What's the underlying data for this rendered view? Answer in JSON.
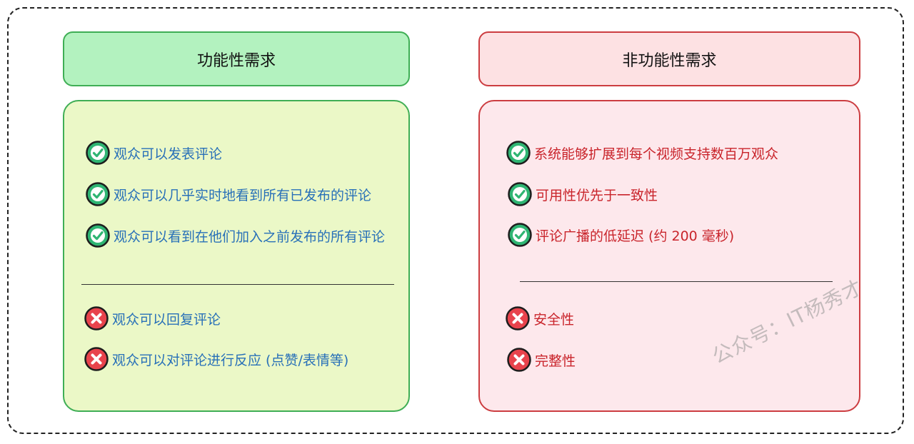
{
  "functional": {
    "title": "功能性需求",
    "supported": [
      {
        "text": "观众可以发表评论"
      },
      {
        "text": "观众可以几乎实时地看到所有已发布的评论"
      },
      {
        "text": "观众可以看到在他们加入之前发布的所有评论"
      }
    ],
    "unsupported": [
      {
        "text": "观众可以回复评论"
      },
      {
        "text": "观众可以对评论进行反应 (点赞/表情等)"
      }
    ]
  },
  "non_functional": {
    "title": "非功能性需求",
    "supported": [
      {
        "text": "系统能够扩展到每个视频支持数百万观众"
      },
      {
        "text": "可用性优先于一致性"
      },
      {
        "text": "评论广播的低延迟 (约 200 毫秒)"
      }
    ],
    "unsupported": [
      {
        "text": "安全性"
      },
      {
        "text": "完整性"
      }
    ]
  },
  "watermark": "公众号：IT杨秀才",
  "icons": {
    "check": "check-circle-icon",
    "cross": "cross-circle-icon"
  },
  "colors": {
    "functional_header_bg": "#b3f2bf",
    "functional_panel_bg": "#ebf8c7",
    "functional_border": "#3fae55",
    "functional_text": "#2870b8",
    "non_functional_header_bg": "#fde1e3",
    "non_functional_panel_bg": "#fde8ec",
    "non_functional_border": "#cc3d41",
    "non_functional_text": "#c9242b",
    "check_fill": "#2fb573",
    "cross_fill": "#e8434c"
  }
}
